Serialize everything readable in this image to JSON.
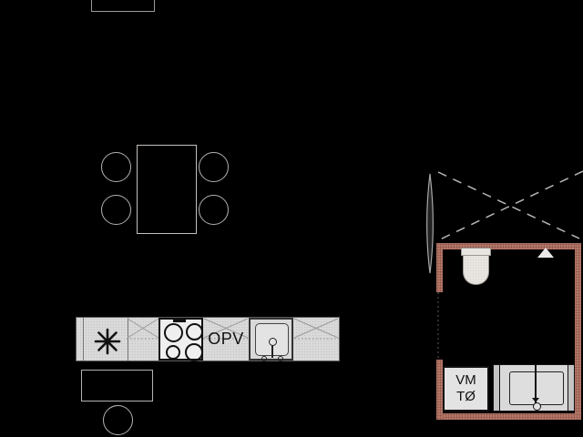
{
  "kitchen": {
    "dishwasher_label": "OPV",
    "freezer_icon": "eight-spoked-asterisk"
  },
  "bathroom": {
    "washer_label": "VM",
    "dryer_label": "TØ"
  },
  "colors": {
    "background": "#000000",
    "wall_accent": "#b97b6c",
    "wall_accent_dot": "#8a5347",
    "counter_fill": "#d9d9d9",
    "appliance_fill": "#e3e3e3",
    "outline_gray": "#b2b2b2",
    "text": "#111111"
  }
}
